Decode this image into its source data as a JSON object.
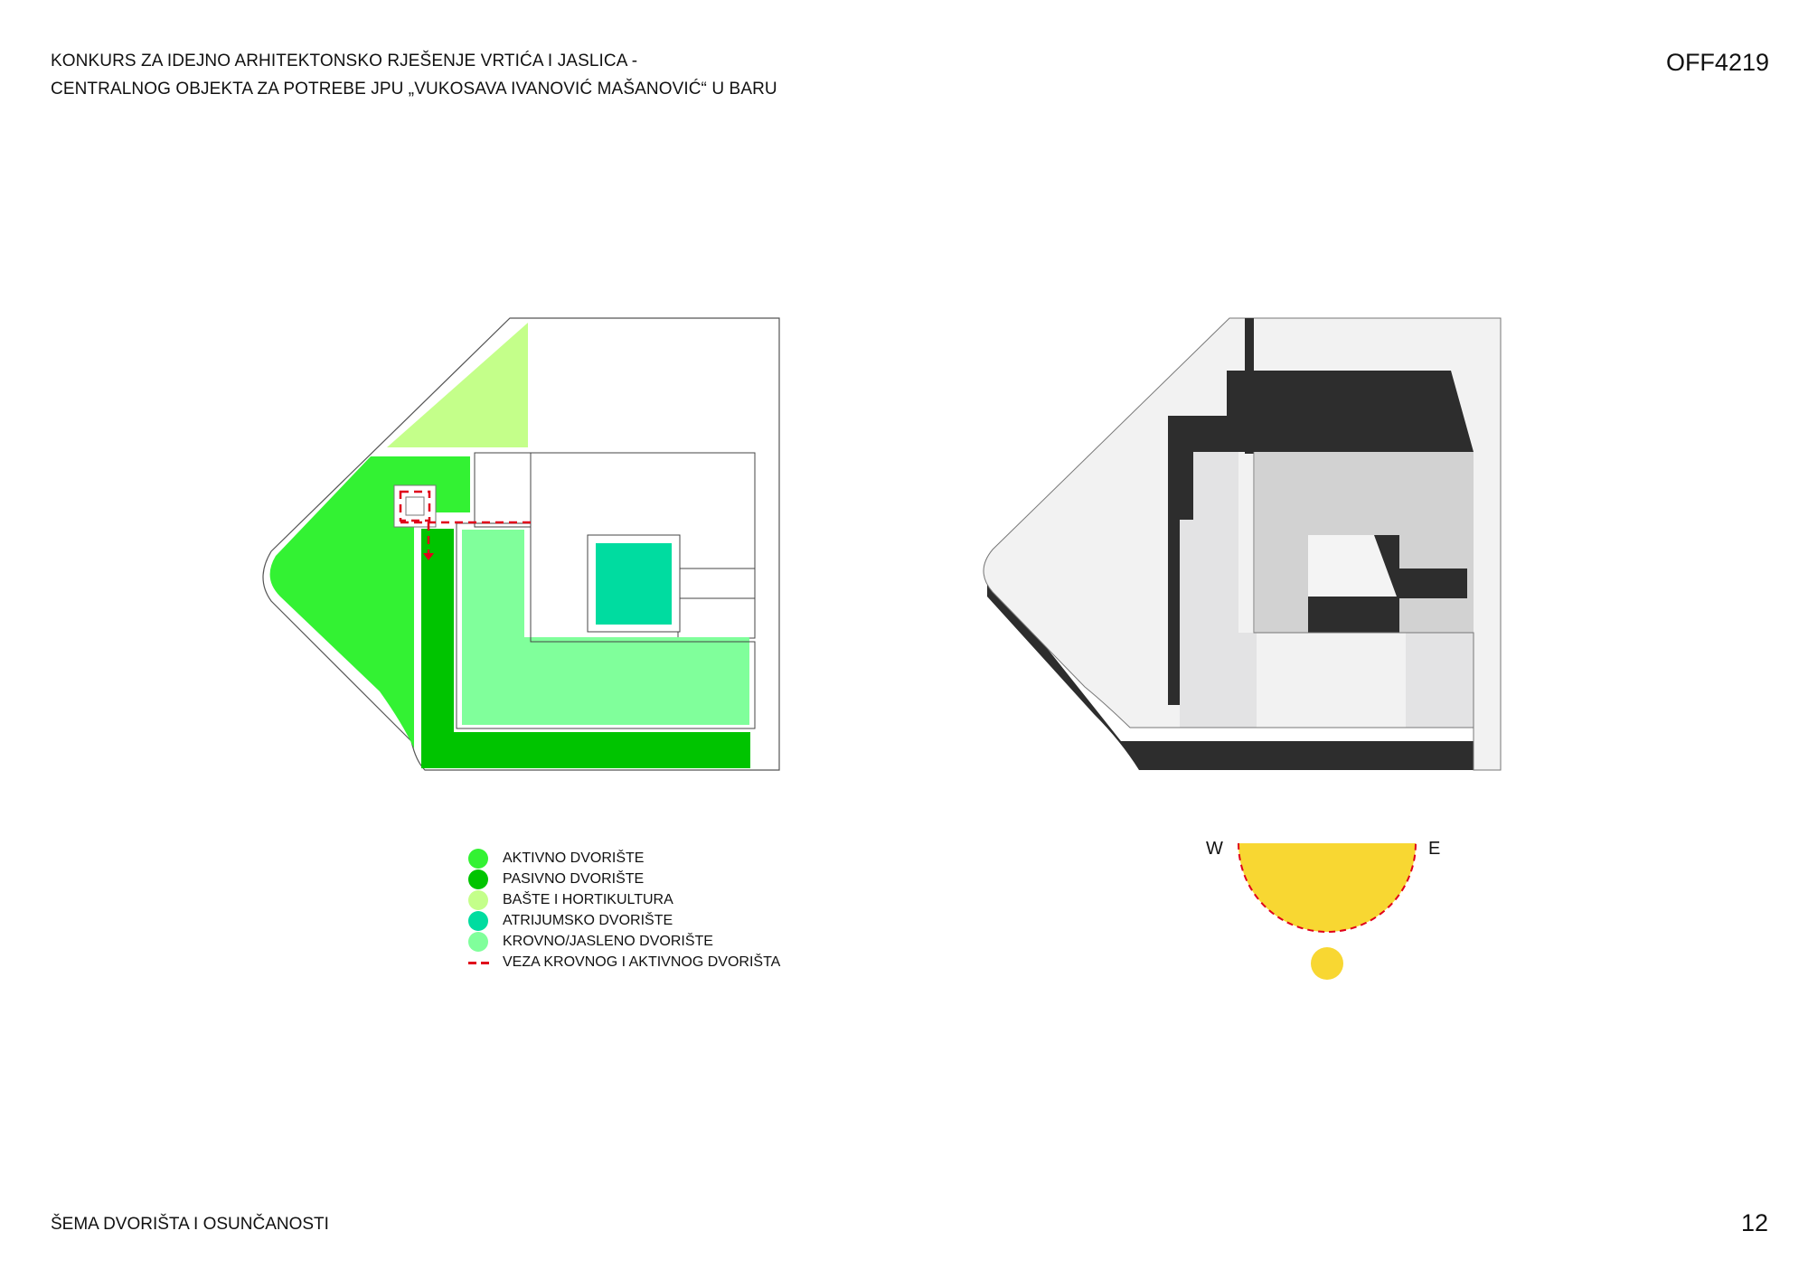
{
  "header": {
    "line1": "KONKURS ZA IDEJNO ARHITEKTONSKO RJEŠENJE VRTIĆA I JASLICA -",
    "line2": "CENTRALNOG OBJEKTA ZA POTREBE JPU „VUKOSAVA IVANOVIĆ MAŠANOVIĆ“ U BARU",
    "code": "OFF4219"
  },
  "footer": {
    "title": "ŠEMA DVORIŠTA I OSUNČANOSTI",
    "page_number": "12"
  },
  "legend": {
    "items": [
      {
        "label": "AKTIVNO DVORIŠTE",
        "color": "#33f233"
      },
      {
        "label": "PASIVNO DVORIŠTE",
        "color": "#00c400"
      },
      {
        "label": "BAŠTE I HORTIKULTURA",
        "color": "#c4ff8a"
      },
      {
        "label": "ATRIJUMSKO DVORIŠTE",
        "color": "#00dca0"
      },
      {
        "label": "KROVNO/JASLENO DVORIŠTE",
        "color": "#80ff9b"
      },
      {
        "label": "VEZA KROVNOG I AKTIVNOG DVORIŠTA",
        "color": "#e0001a"
      }
    ]
  },
  "compass": {
    "west": "W",
    "east": "E"
  },
  "colors": {
    "sun": "#f8d732",
    "massing_dark": "#2d2d2d",
    "massing_light": "#d2d2d2",
    "massing_lighter": "#e3e3e4",
    "site_fill": "#f2f2f2"
  }
}
